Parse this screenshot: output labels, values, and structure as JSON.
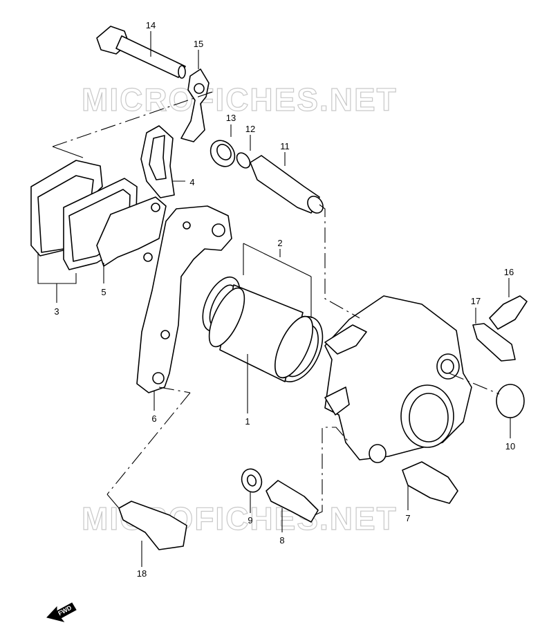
{
  "watermarks": [
    "MICROFICHES.NET",
    "MICROFICHES.NET"
  ],
  "fwd_label": "FWD",
  "callouts": {
    "c1": "1",
    "c2": "2",
    "c3": "3",
    "c4": "4",
    "c5": "5",
    "c6": "6",
    "c7": "7",
    "c8": "8",
    "c9": "9",
    "c10": "10",
    "c11": "11",
    "c12": "12",
    "c13": "13",
    "c14": "14",
    "c15": "15",
    "c16": "16",
    "c17": "17",
    "c18": "18"
  }
}
